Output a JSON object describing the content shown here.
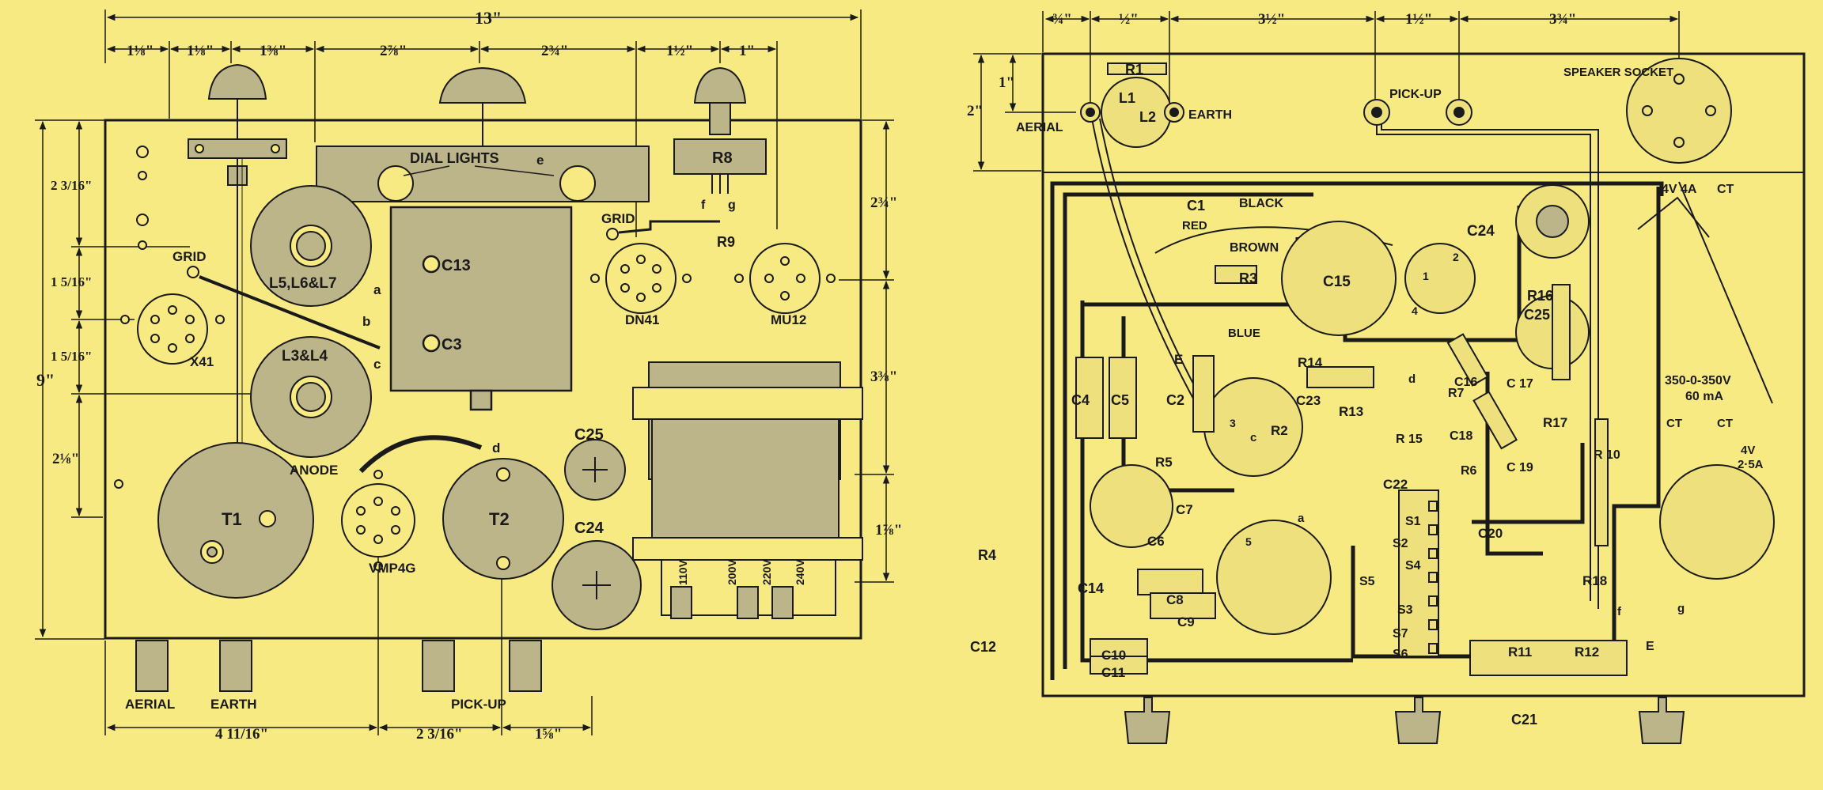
{
  "colors": {
    "background": "#F8EA82",
    "ink": "#1a1a1a",
    "component_fill": "#bdb58a",
    "panel_fill": "#EEE07C"
  },
  "left_diagram": {
    "dims_top": {
      "overall": "13\"",
      "d1": "1⅛\"",
      "d2": "1⅛\"",
      "d3": "1⅜\"",
      "d4": "2⅞\"",
      "d5": "2¾\"",
      "d6": "1½\"",
      "d7": "1\""
    },
    "dims_left": {
      "overall": "9\"",
      "d1": "2 3/16\"",
      "d2": "1 5/16\"",
      "d3": "1 5/16\"",
      "d4": "2⅛\""
    },
    "dims_right": {
      "d1": "2¾\"",
      "d2": "3⅜\"",
      "d3": "1⅞\""
    },
    "dims_bottom": {
      "d1": "4 11/16\"",
      "d2": "2 3/16\"",
      "d3": "1⅝\""
    },
    "labels": {
      "dial_lights": "DIAL LIGHTS",
      "e": "e",
      "r8": "R8",
      "f": "f",
      "g": "g",
      "grid_top": "GRID",
      "r9": "R9",
      "c13": "C13",
      "c3": "C3",
      "a": "a",
      "b": "b",
      "c": "c",
      "grid_left": "GRID",
      "l5l6l7": "L5,L6&L7",
      "l3l4": "L3&L4",
      "x41": "X41",
      "dn41": "DN41",
      "mu12": "MU12",
      "anode": "ANODE",
      "d": "d",
      "t1": "T1",
      "t2": "T2",
      "vmp4g": "VMP4G",
      "c25": "C25",
      "c24": "C24",
      "taps": [
        "110V",
        "200V",
        "220V",
        "240V"
      ],
      "aerial": "AERIAL",
      "earth": "EARTH",
      "pickup": "PICK-UP"
    }
  },
  "right_diagram": {
    "dims_top": {
      "d1": "¾\"",
      "d2": "½\"",
      "d3": "3½\"",
      "d4": "1½\"",
      "d5": "3¾\""
    },
    "dims_left": {
      "d1": "1\"",
      "d2": "2\""
    },
    "labels": {
      "r1": "R1",
      "l1": "L1",
      "l2": "L2",
      "aerial": "AERIAL",
      "earth": "EARTH",
      "pickup": "PICK-UP",
      "speaker_socket": "SPEAKER SOCKET",
      "v4a": "4V 4A",
      "ct": "CT",
      "c1": "C1",
      "red": "RED",
      "black": "BLACK",
      "brown": "BROWN",
      "r3": "R3",
      "c15": "C15",
      "c24": "C24",
      "blue": "BLUE",
      "c25": "C25",
      "r16": "R16",
      "c4": "C4",
      "c5": "C5",
      "c2": "C2",
      "e": "E",
      "r14": "R14",
      "c23": "C23",
      "r13": "R13",
      "c16": "C16",
      "r7": "R7",
      "c17": "C 17",
      "r17": "R17",
      "hv": "350-0-350V",
      "ma": "60 mA",
      "r10": "R 10",
      "ct2": "CT",
      "ct3": "CT",
      "r2": "R2",
      "r15": "R 15",
      "c18": "C18",
      "c19": "C 19",
      "r5": "R5",
      "c22": "C22",
      "r6": "R6",
      "v4": "4V",
      "a25": "2·5A",
      "c7": "C7",
      "c6": "C6",
      "s1": "S1",
      "s2": "S2",
      "s4": "S4",
      "s5": "S5",
      "s3": "S3",
      "s7": "S7",
      "s6": "S6",
      "c20": "C20",
      "r4": "R4",
      "c14": "C14",
      "c8": "C8",
      "c9": "C9",
      "r18": "R18",
      "c12": "C12",
      "c10": "C10",
      "c11": "C11",
      "r11": "R11",
      "r12": "R12",
      "c21": "C21",
      "a": "a",
      "c": "c",
      "d": "d",
      "f": "f",
      "g": "g",
      "pin1": "1",
      "pin2": "2",
      "pin3": "3",
      "pin4": "4",
      "pin5": "5"
    }
  }
}
